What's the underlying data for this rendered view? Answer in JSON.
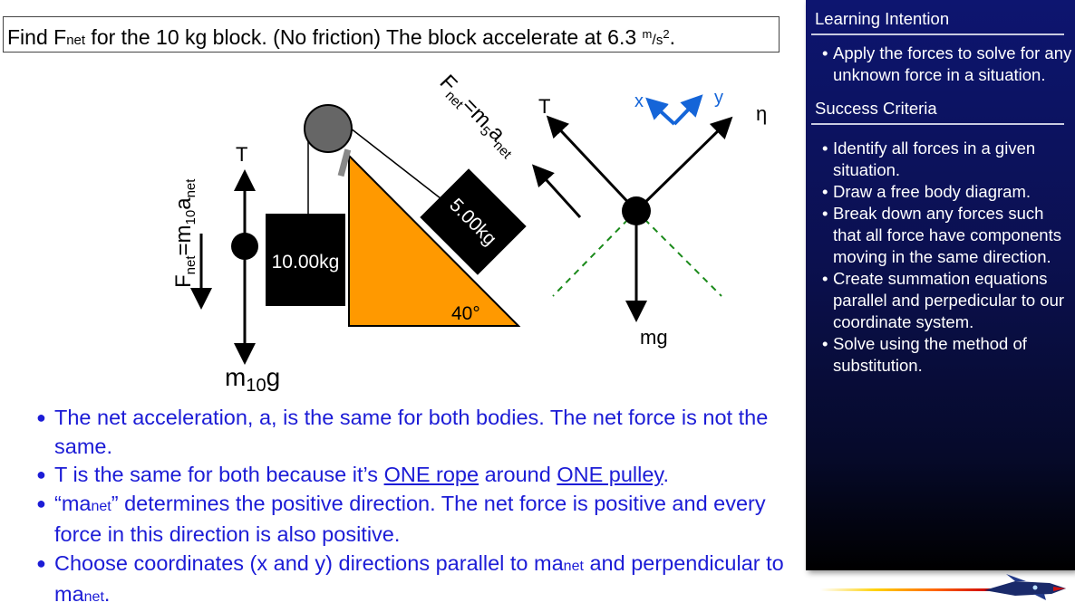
{
  "title": {
    "prefix": "Find F",
    "sub": "net",
    "middle": " for the 10 kg block. (No friction) The block accelerate at 6.3 ",
    "unit_num": "m",
    "unit_den": "s",
    "exp": "2",
    "end": "."
  },
  "diagram": {
    "left_block": {
      "tension_label": "T",
      "weight_label_main": "m",
      "weight_label_sub": "10",
      "weight_label_end": "g",
      "fnet_label": {
        "pre": "F",
        "sub1": "net",
        "mid": "=m",
        "sub2": "10",
        "a": "a",
        "sub3": "net"
      },
      "block_label": "10.00kg"
    },
    "incline": {
      "block_label": "5.00kg",
      "angle_label": "40°",
      "fnet_label": {
        "pre": "F",
        "sub1": "net",
        "mid": "=m",
        "sub2": "5",
        "a": "a",
        "sub3": "net"
      }
    },
    "fbd": {
      "tension_label": "T",
      "normal_label": "η",
      "weight_label": "mg",
      "axis_x_label": "x",
      "axis_y_label": "y"
    }
  },
  "bullets": {
    "b1": "The net acceleration, a, is the same for both bodies. The net force is not the same.",
    "b2": {
      "pre": "T is the same for both because it’s ",
      "link1": "ONE rope",
      "mid": " around ",
      "link2": "ONE pulley",
      "end": "."
    },
    "b3": {
      "pre": " “ma",
      "sub": "net",
      "post": "” determines the positive direction. The net force is positive and every force in this direction is also positive."
    },
    "b4": {
      "pre": "Choose coordinates (x and y) directions parallel to ma",
      "sub1": "net",
      "mid": " and perpendicular to ma",
      "sub2": "net",
      "end": "."
    }
  },
  "panel": {
    "learning_title": "Learning Intention",
    "learning_items": [
      "Apply the forces to solve for any unknown force in a situation."
    ],
    "success_title": "Success Criteria",
    "success_items": [
      "Identify all forces in a given situation.",
      "Draw a free body diagram.",
      "Break down any forces such that all force have components moving in the same direction.",
      "Create summation equations parallel and perpedicular to our coordinate system.",
      "Solve using the method of substitution."
    ]
  },
  "colors": {
    "accent_text": "#1c1cd6",
    "incline": "#ff9900",
    "panel_top": "#0d1570",
    "axis_blue": "#1565d8",
    "dashed_green": "#1a8a1a"
  }
}
